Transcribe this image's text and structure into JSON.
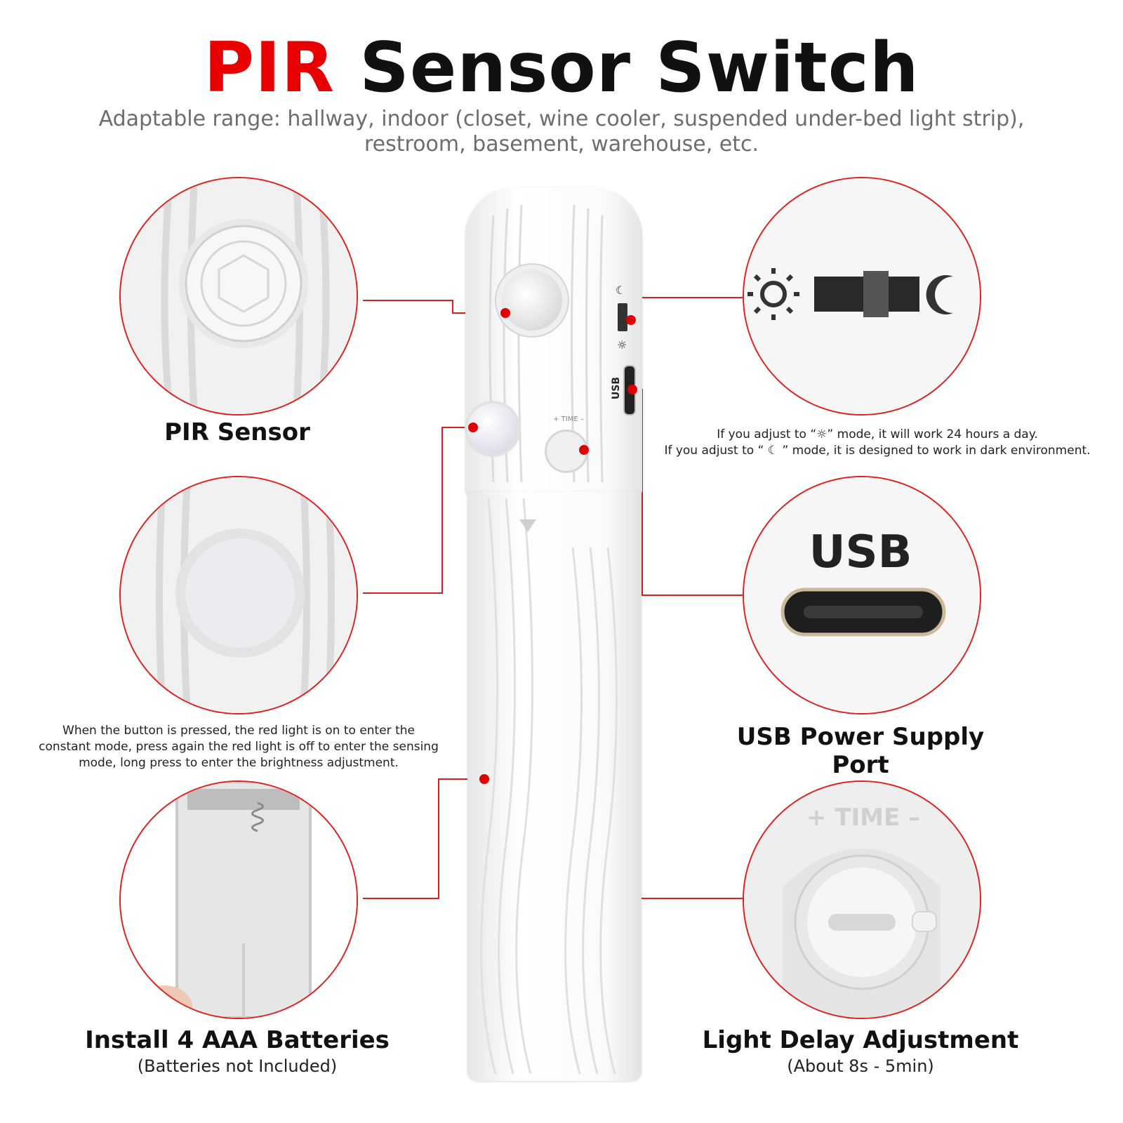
{
  "header": {
    "title_accent": "PIR",
    "title_rest": "Sensor Switch",
    "subtitle_line1": "Adaptable range: hallway, indoor (closet, wine cooler, suspended under-bed light strip),",
    "subtitle_line2": "restroom, basement, warehouse, etc."
  },
  "features": {
    "pir_sensor": {
      "label": "PIR Sensor"
    },
    "button_note": {
      "line1": "When the button is pressed, the red light is on to enter the",
      "line2": "constant mode, press again the red light is off to enter the sensing",
      "line3": "mode, long press to enter the brightness adjustment."
    },
    "batteries": {
      "label": "Install 4 AAA Batteries",
      "sublabel": "(Batteries not Included)"
    },
    "mode_switch": {
      "note_line1_a": "If you adjust to “",
      "note_line1_b": "” mode, it will work 24 hours a day.",
      "note_line2_a": "If you adjust to “ ",
      "note_line2_b": " ” mode, it is designed to work in dark environment."
    },
    "usb_port": {
      "label": "USB Power Supply Port",
      "usb_text": "USB"
    },
    "delay": {
      "label": "Light Delay Adjustment",
      "sublabel": "(About 8s - 5min)",
      "dial_text": "+ TIME –"
    }
  },
  "device": {
    "usb_text": "USB",
    "time_text": "+ TIME –"
  },
  "colors": {
    "accent": "#e80000",
    "circle_border": "#e02020",
    "leader": "#d42020"
  }
}
